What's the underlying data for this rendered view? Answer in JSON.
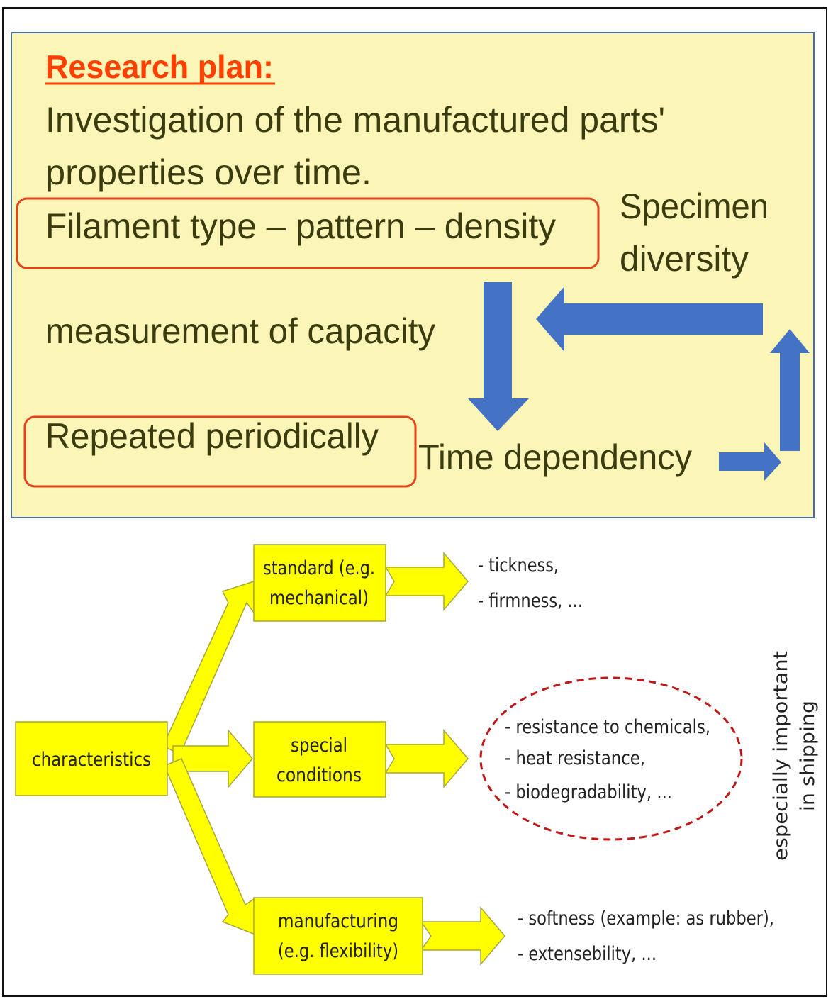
{
  "colors": {
    "panel_fill": "#fbf6b7",
    "panel_border": "#4a6fa5",
    "title": "#ff4000",
    "text": "#3b3b10",
    "red_outline": "#e2431b",
    "blue_arrow": "#4472c4",
    "yellow_box": "#ffff00",
    "yellow_border": "#a6a640",
    "dashed_ellipse": "#c01818"
  },
  "research": {
    "title": "Research plan:",
    "line1": "Investigation of the manufactured parts'",
    "line2": "properties over time.",
    "filament": "Filament type – pattern – density",
    "specimen_line1": "Specimen",
    "specimen_line2": "diversity",
    "measurement": "measurement of capacity",
    "repeated": "Repeated periodically",
    "time": "Time dependency"
  },
  "flow": {
    "root": "characteristics",
    "standard": {
      "line1": "standard (e.g.",
      "line2": "mechanical)"
    },
    "special": {
      "line1": "special",
      "line2": "conditions"
    },
    "manufacturing": {
      "line1": "manufacturing",
      "line2": "(e.g. flexibility)"
    },
    "standard_items": [
      "- tickness,",
      "- firmness, ..."
    ],
    "special_items": [
      "- resistance to chemicals,",
      "- heat resistance,",
      "- biodegradability, ..."
    ],
    "manufacturing_items": [
      "- softness (example: as rubber),",
      "- extensebility, ..."
    ],
    "note_line1": "especially important",
    "note_line2": "in shipping"
  }
}
